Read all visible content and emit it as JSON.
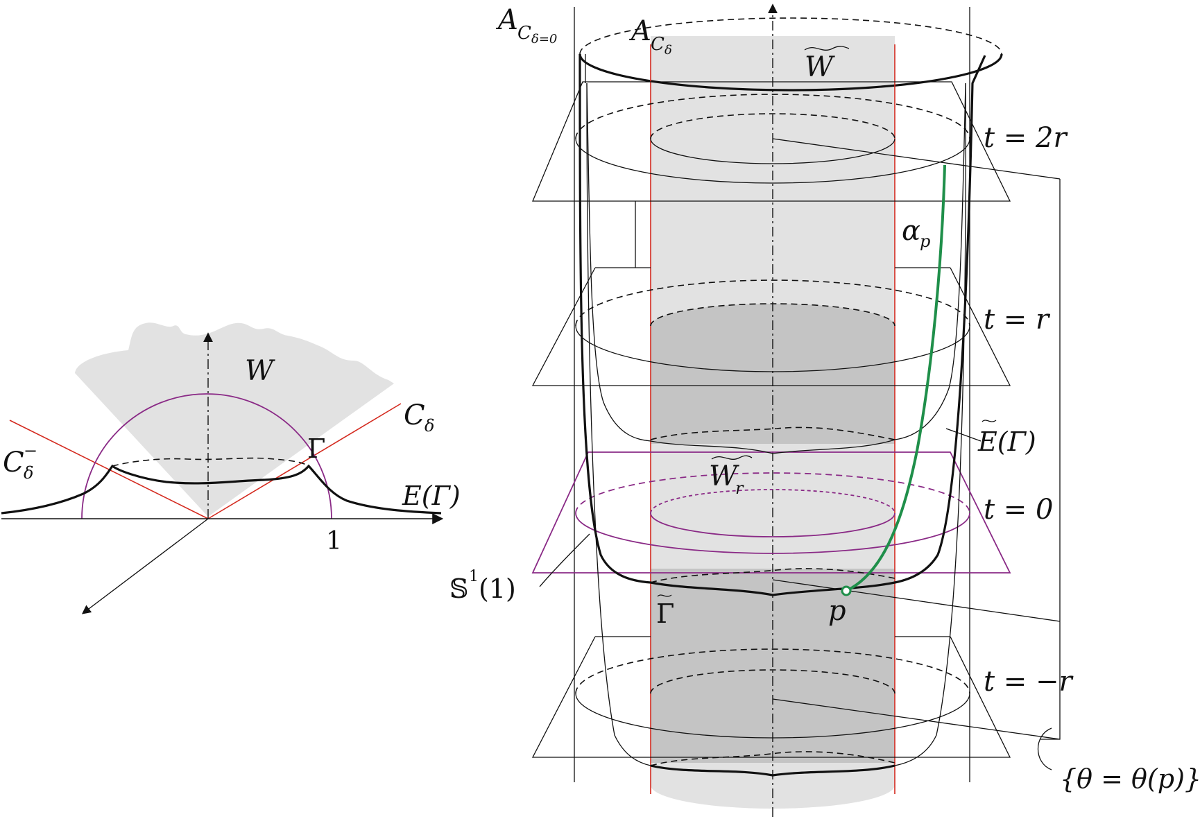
{
  "colors": {
    "background": "#ffffff",
    "region_light": "#e2e2e2",
    "region_dark": "#c4c4c4",
    "curve": "#111111",
    "red_boundary": "#d42a1f",
    "purple_circle": "#8a2a86",
    "green_curve": "#1f8f4a"
  },
  "left_panel": {
    "region_label": "W",
    "cone_label": "C",
    "cone_label_sub": "δ",
    "cone_minus_label": "C",
    "cone_minus_sub": "δ",
    "cone_minus_sup": "−",
    "gamma_label": "Γ",
    "graph_label": "E(Γ)",
    "tick_one": "1"
  },
  "right_panel": {
    "annulus_outer_label": "A",
    "annulus_outer_sub": "C",
    "annulus_outer_subsub": "δ=0",
    "annulus_inner_label": "A",
    "annulus_inner_sub": "C",
    "annulus_inner_subsub": "δ",
    "w_tilde_label": "W",
    "w_r_label": "W",
    "w_r_sub": "r",
    "alpha_label": "α",
    "alpha_sub": "p",
    "e_gamma_label": "E(Γ)",
    "gamma_tilde_label": "Γ",
    "point_label": "p",
    "circle_label": "𝕊",
    "circle_sup": "1",
    "circle_arg": "(1)",
    "slices": [
      "t = 2r",
      "t = r",
      "t = 0",
      "t = −r"
    ],
    "theta_label": "{θ = θ(p)}"
  }
}
